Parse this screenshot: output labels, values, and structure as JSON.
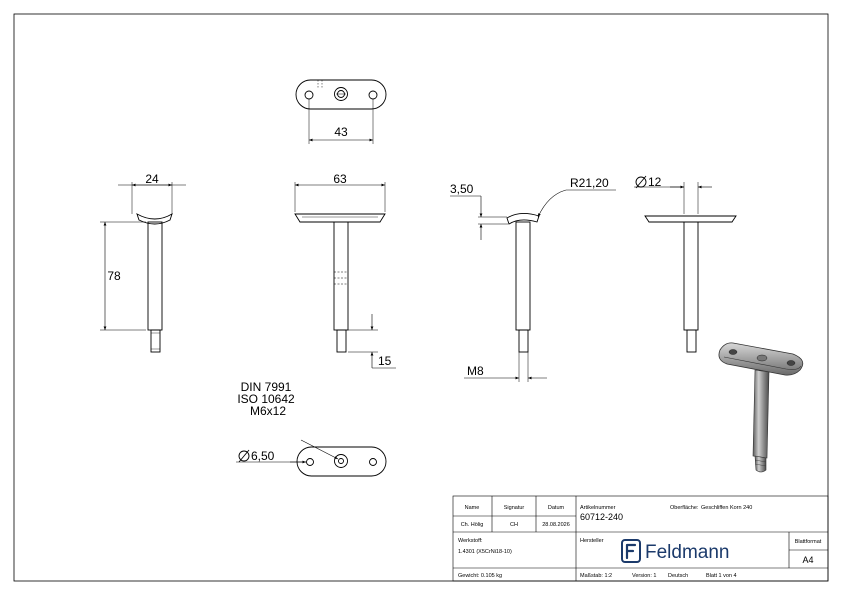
{
  "dimensions": {
    "top_width": "43",
    "stem_width": "24",
    "height": "78",
    "plate_width": "63",
    "thickness": "3,50",
    "radius": "R21,20",
    "diameter": "12",
    "thread_length": "15",
    "thread": "M8",
    "hole_diameter": "6,50"
  },
  "screw_spec": [
    "DIN 7991",
    "ISO 10642",
    "M6x12"
  ],
  "title_block": {
    "name_label": "Name",
    "signatur_label": "Signatur",
    "datum_label": "Datum",
    "name_value": "Ch. Hölig",
    "signatur_value": "CH",
    "datum_value": "28.08.2026",
    "artikelnummer_label": "Artikelnummer",
    "artikelnummer_value": "60712-240",
    "oberflaeche_label": "Oberfläche:",
    "oberflaeche_value": "Geschliffen Korn 240",
    "werkstoff_label": "Werkstoff:",
    "werkstoff_value": "1.4301 (X5CrNi18-10)",
    "hersteller_label": "Hersteller",
    "blattformat_label": "Blattformat",
    "blattformat_value": "A4",
    "gewicht": "Gewicht: 0.105 kg",
    "massstab": "Maßstab: 1:2",
    "version": "Version: 1",
    "sprache": "Deutsch",
    "blatt": "Blatt 1 von 4",
    "company": "Feldmann"
  },
  "colors": {
    "logo": "#1b3a6b",
    "line": "#000000"
  }
}
